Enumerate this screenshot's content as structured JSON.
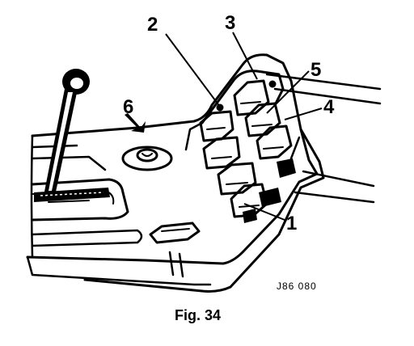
{
  "figure": {
    "caption": "Fig. 34",
    "drawing_code": "J86 080"
  },
  "callouts": [
    {
      "id": "1",
      "label": "1"
    },
    {
      "id": "2",
      "label": "2"
    },
    {
      "id": "3",
      "label": "3"
    },
    {
      "id": "4",
      "label": "4"
    },
    {
      "id": "5",
      "label": "5"
    },
    {
      "id": "6",
      "label": "6"
    }
  ]
}
